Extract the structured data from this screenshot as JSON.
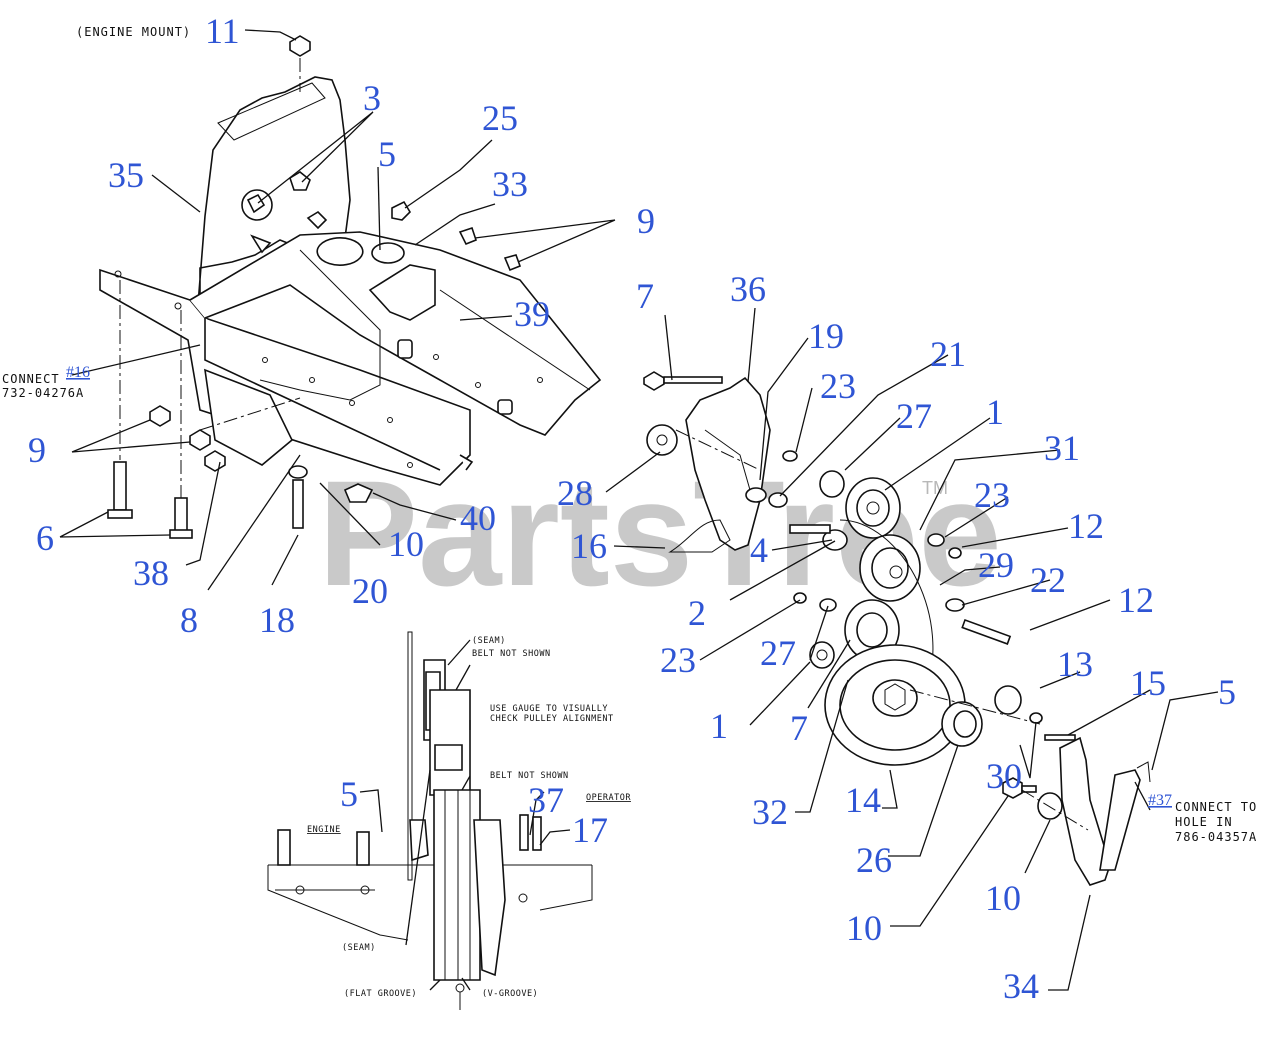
{
  "watermark": {
    "text": "PartsTree",
    "trademark": "TM"
  },
  "notes": {
    "engine_mount": "(ENGINE MOUNT)",
    "connect_left_prefix": "CONNECT",
    "connect_left_link": "#16",
    "connect_left_part": "732-04276A",
    "connect_right_link": "#37",
    "connect_right_line1": "CONNECT TO",
    "connect_right_line2": "HOLE IN",
    "connect_right_part": "786-04357A"
  },
  "inset": {
    "seam_top": "(SEAM)",
    "belt_not_shown_1": "BELT NOT SHOWN",
    "gauge_line1": "USE GAUGE TO VISUALLY",
    "gauge_line2": "CHECK PULLEY ALIGNMENT",
    "belt_not_shown_2": "BELT NOT SHOWN",
    "operator": "OPERATOR",
    "engine": "ENGINE",
    "seam_bottom": "(SEAM)",
    "flat_groove": "(FLAT GROOVE)",
    "v_groove": "(V-GROOVE)"
  },
  "callouts": [
    {
      "id": "c11",
      "label": "11"
    },
    {
      "id": "c3",
      "label": "3"
    },
    {
      "id": "c25",
      "label": "25"
    },
    {
      "id": "c35",
      "label": "35"
    },
    {
      "id": "c5a",
      "label": "5"
    },
    {
      "id": "c33",
      "label": "33"
    },
    {
      "id": "c9a",
      "label": "9"
    },
    {
      "id": "c39",
      "label": "39"
    },
    {
      "id": "c7a",
      "label": "7"
    },
    {
      "id": "c36",
      "label": "36"
    },
    {
      "id": "c19",
      "label": "19"
    },
    {
      "id": "c21",
      "label": "21"
    },
    {
      "id": "c23a",
      "label": "23"
    },
    {
      "id": "c27a",
      "label": "27"
    },
    {
      "id": "c1a",
      "label": "1"
    },
    {
      "id": "c31",
      "label": "31"
    },
    {
      "id": "c9b",
      "label": "9"
    },
    {
      "id": "c28",
      "label": "28"
    },
    {
      "id": "c23b",
      "label": "23"
    },
    {
      "id": "c12a",
      "label": "12"
    },
    {
      "id": "c6",
      "label": "6"
    },
    {
      "id": "c40",
      "label": "40"
    },
    {
      "id": "c16",
      "label": "16"
    },
    {
      "id": "c4",
      "label": "4"
    },
    {
      "id": "c29",
      "label": "29"
    },
    {
      "id": "c10a",
      "label": "10"
    },
    {
      "id": "c22",
      "label": "22"
    },
    {
      "id": "c20",
      "label": "20"
    },
    {
      "id": "c38",
      "label": "38"
    },
    {
      "id": "c8",
      "label": "8"
    },
    {
      "id": "c18",
      "label": "18"
    },
    {
      "id": "c2",
      "label": "2"
    },
    {
      "id": "c12b",
      "label": "12"
    },
    {
      "id": "c23c",
      "label": "23"
    },
    {
      "id": "c27b",
      "label": "27"
    },
    {
      "id": "c13",
      "label": "13"
    },
    {
      "id": "c1b",
      "label": "1"
    },
    {
      "id": "c7b",
      "label": "7"
    },
    {
      "id": "c15",
      "label": "15"
    },
    {
      "id": "c5b",
      "label": "5"
    },
    {
      "id": "c5c",
      "label": "5"
    },
    {
      "id": "c37",
      "label": "37"
    },
    {
      "id": "c17",
      "label": "17"
    },
    {
      "id": "c30",
      "label": "30"
    },
    {
      "id": "c32",
      "label": "32"
    },
    {
      "id": "c14",
      "label": "14"
    },
    {
      "id": "c26",
      "label": "26"
    },
    {
      "id": "c10b",
      "label": "10"
    },
    {
      "id": "c34",
      "label": "34"
    },
    {
      "id": "c10c",
      "label": "10"
    }
  ]
}
